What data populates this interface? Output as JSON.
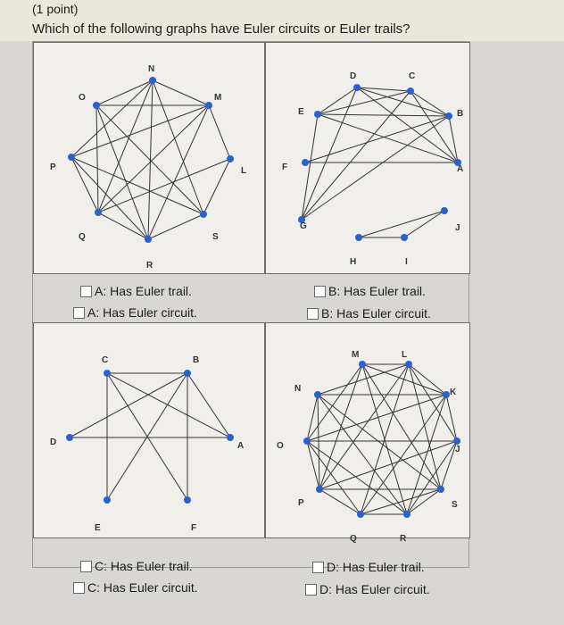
{
  "header": {
    "points": "(1 point)",
    "question": "Which of the following graphs have Euler circuits or Euler trails?"
  },
  "graphs": {
    "a": {
      "labels": [
        "N",
        "M",
        "L",
        "S",
        "R",
        "Q",
        "P",
        "O"
      ],
      "trail": "A: Has Euler trail.",
      "circuit": "A: Has Euler circuit."
    },
    "b": {
      "labels": [
        "D",
        "C",
        "B",
        "A",
        "J",
        "I",
        "H",
        "G",
        "F",
        "E"
      ],
      "trail": "B: Has Euler trail.",
      "circuit": "B: Has Euler circuit."
    },
    "c": {
      "labels": [
        "C",
        "B",
        "A",
        "F",
        "E",
        "D"
      ],
      "trail": "C: Has Euler trail.",
      "circuit": "C: Has Euler circuit."
    },
    "d": {
      "labels": [
        "M",
        "L",
        "K",
        "J",
        "S",
        "R",
        "Q",
        "P",
        "O",
        "N"
      ],
      "trail": "D: Has Euler trail.",
      "circuit": "D: Has Euler circuit."
    }
  },
  "colors": {
    "vertex": "#2a62c9",
    "edge": "#333333",
    "panel": "#f0efec"
  }
}
